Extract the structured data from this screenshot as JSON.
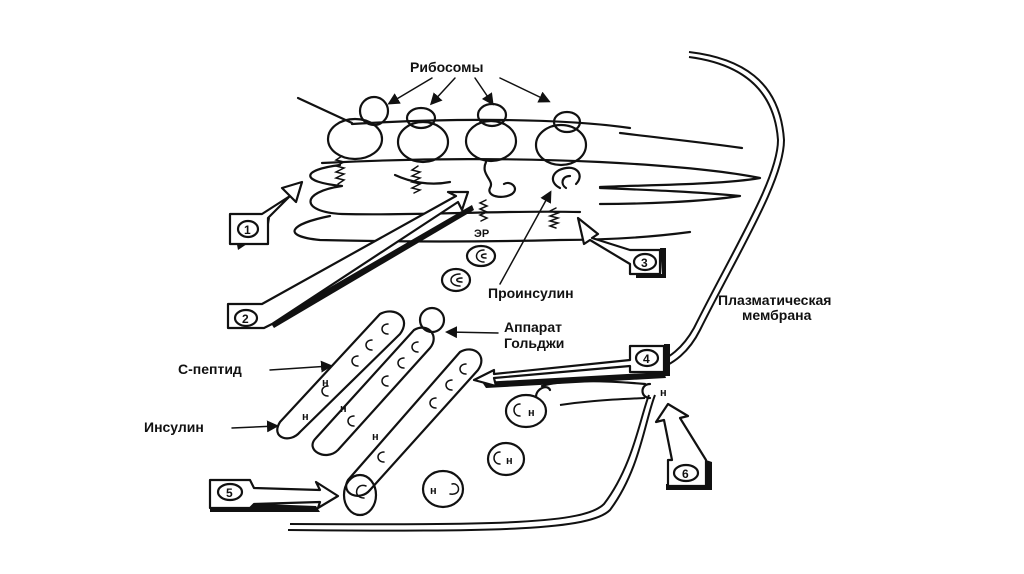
{
  "title": "Синтез и секреция инсулина",
  "labels": {
    "ribosomes": "Рибосомы",
    "er": "ЭР",
    "proinsulin": "Проинсулин",
    "plasma_membrane_line1": "Плазматическая",
    "plasma_membrane_line2": "мембрана",
    "golgi_line1": "Аппарат",
    "golgi_line2": "Гольджи",
    "c_peptide": "С-пептид",
    "insulin": "Инсулин",
    "insulin_mark": "н"
  },
  "steps": [
    "1",
    "2",
    "3",
    "4",
    "5",
    "6"
  ]
}
